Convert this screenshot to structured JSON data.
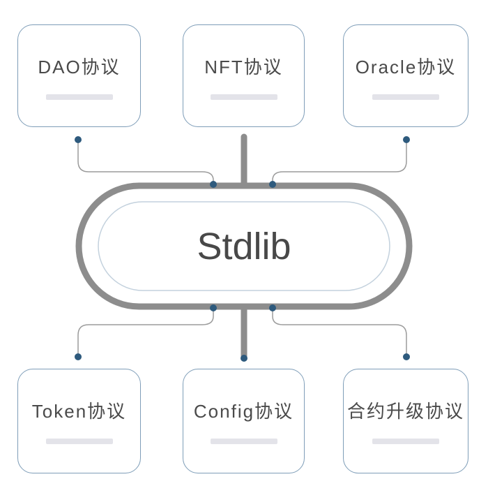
{
  "diagram": {
    "center": {
      "label": "Stdlib"
    },
    "top_nodes": [
      {
        "label": "DAO协议"
      },
      {
        "label": "NFT协议"
      },
      {
        "label": "Oracle协议"
      }
    ],
    "bottom_nodes": [
      {
        "label": "Token协议"
      },
      {
        "label": "Config协议"
      },
      {
        "label": "合约升级协议"
      }
    ],
    "colors": {
      "background": "#ffffff",
      "node_border": "#7e9db8",
      "node_text": "#4a4a4a",
      "underline": "#e3e3e9",
      "ring_outer": "#8d8d8d",
      "ring_inner": "#c3d1dd",
      "connector": "#9b9b9b",
      "dot": "#2e5a7d",
      "center_text": "#484848"
    }
  }
}
